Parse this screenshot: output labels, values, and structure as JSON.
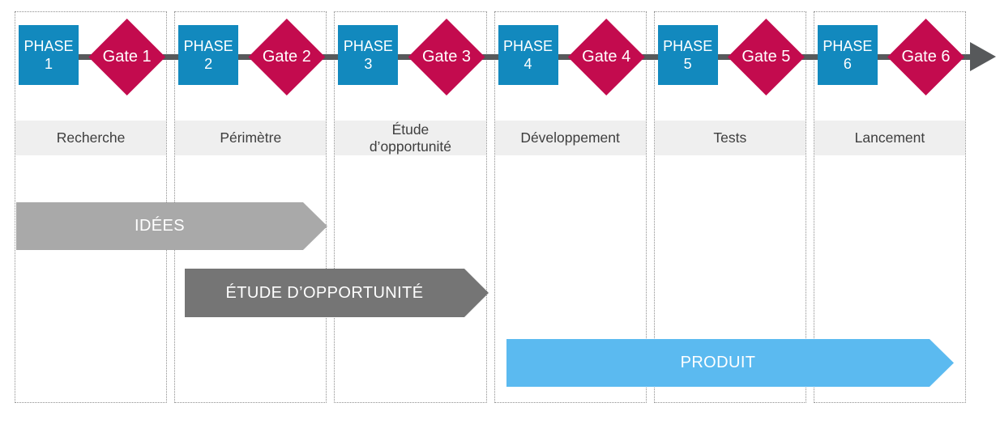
{
  "colors": {
    "phase-blue": "#1289be",
    "gate-red": "#c30b4e",
    "line-gray": "#57595b",
    "band-bg": "#efefef",
    "bar-idees": "#a9a9a9",
    "bar-etude": "#757575",
    "bar-produit": "#5bbaf0"
  },
  "stages": [
    {
      "phase_word": "PHASE",
      "phase_number": "1",
      "gate": "Gate 1",
      "activity": "Recherche"
    },
    {
      "phase_word": "PHASE",
      "phase_number": "2",
      "gate": "Gate 2",
      "activity": "Périmètre"
    },
    {
      "phase_word": "PHASE",
      "phase_number": "3",
      "gate": "Gate 3",
      "activity": "Étude\nd’opportunité"
    },
    {
      "phase_word": "PHASE",
      "phase_number": "4",
      "gate": "Gate 4",
      "activity": "Développement"
    },
    {
      "phase_word": "PHASE",
      "phase_number": "5",
      "gate": "Gate 5",
      "activity": "Tests"
    },
    {
      "phase_word": "PHASE",
      "phase_number": "6",
      "gate": "Gate 6",
      "activity": "Lancement"
    }
  ],
  "bars": [
    {
      "label": "IDÉES"
    },
    {
      "label": "ÉTUDE D’OPPORTUNITÉ"
    },
    {
      "label": "PRODUIT"
    }
  ]
}
